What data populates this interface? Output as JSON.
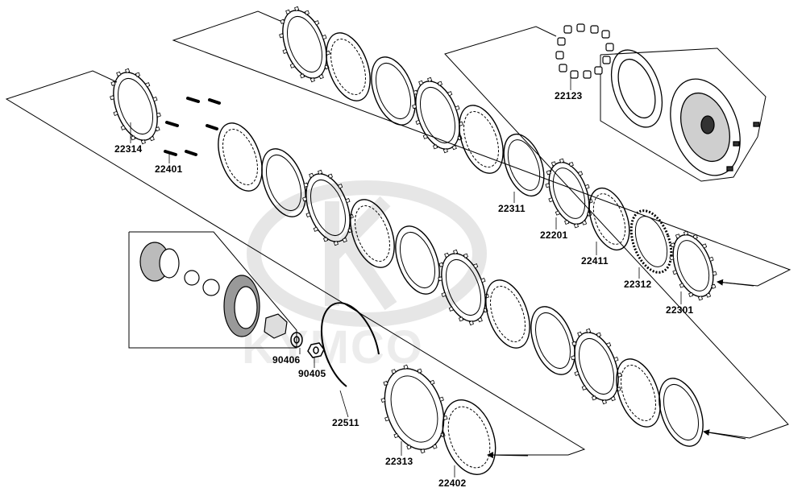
{
  "watermark": {
    "brand": "KYMCO",
    "color": "#e6e6e6"
  },
  "colors": {
    "line": "#000000",
    "part": "#222222",
    "shade": "#9a9a9a",
    "background": "#ffffff"
  },
  "labels": {
    "l22314": "22314",
    "l22401": "22401",
    "l22123": "22123",
    "l22311": "22311",
    "l22201": "22201",
    "l22411": "22411",
    "l22312": "22312",
    "l22301": "22301",
    "l90406": "90406",
    "l90405": "90405",
    "l22511": "22511",
    "l22313": "22313",
    "l22402": "22402"
  },
  "parts": [
    {
      "id": "22314",
      "icon": "spring-seat-ring"
    },
    {
      "id": "22401",
      "icon": "clutch-springs"
    },
    {
      "id": "22123",
      "icon": "roller-set"
    },
    {
      "id": "22311",
      "icon": "clutch-plate"
    },
    {
      "id": "22201",
      "icon": "friction-disc"
    },
    {
      "id": "22411",
      "icon": "wave-spring"
    },
    {
      "id": "22312",
      "icon": "clutch-plate"
    },
    {
      "id": "22301",
      "icon": "friction-disc"
    },
    {
      "id": "90406",
      "icon": "washer"
    },
    {
      "id": "90405",
      "icon": "nut"
    },
    {
      "id": "22511",
      "icon": "snap-ring"
    },
    {
      "id": "22313",
      "icon": "pressure-plate"
    },
    {
      "id": "22402",
      "icon": "spacer-ring"
    }
  ]
}
